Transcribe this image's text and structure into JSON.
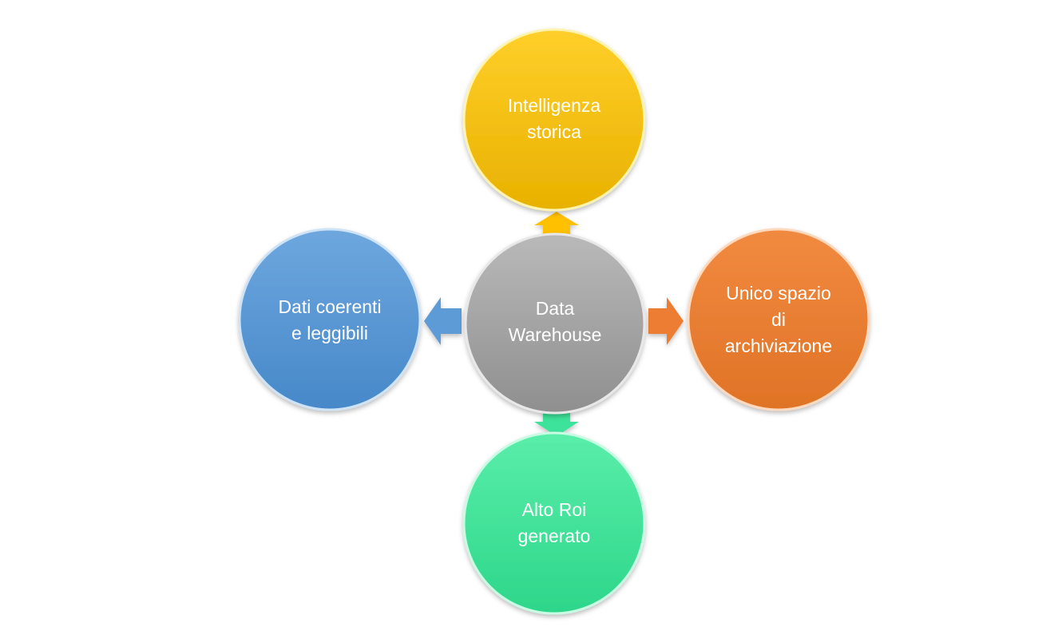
{
  "center": {
    "lines": [
      "Data",
      "Warehouse"
    ]
  },
  "nodes": [
    {
      "id": "top",
      "lines": [
        "Intelligenza",
        "storica"
      ],
      "color": "#FFC000"
    },
    {
      "id": "right",
      "lines": [
        "Unico spazio",
        "di",
        "archiviazione"
      ],
      "color": "#ED7D31"
    },
    {
      "id": "bottom",
      "lines": [
        "Alto Roi",
        "generato"
      ],
      "color": "#3DE39A"
    },
    {
      "id": "left",
      "lines": [
        "Dati coerenti",
        "e leggibili"
      ],
      "color": "#5B9BD5"
    }
  ],
  "center_color": "#A5A5A5"
}
